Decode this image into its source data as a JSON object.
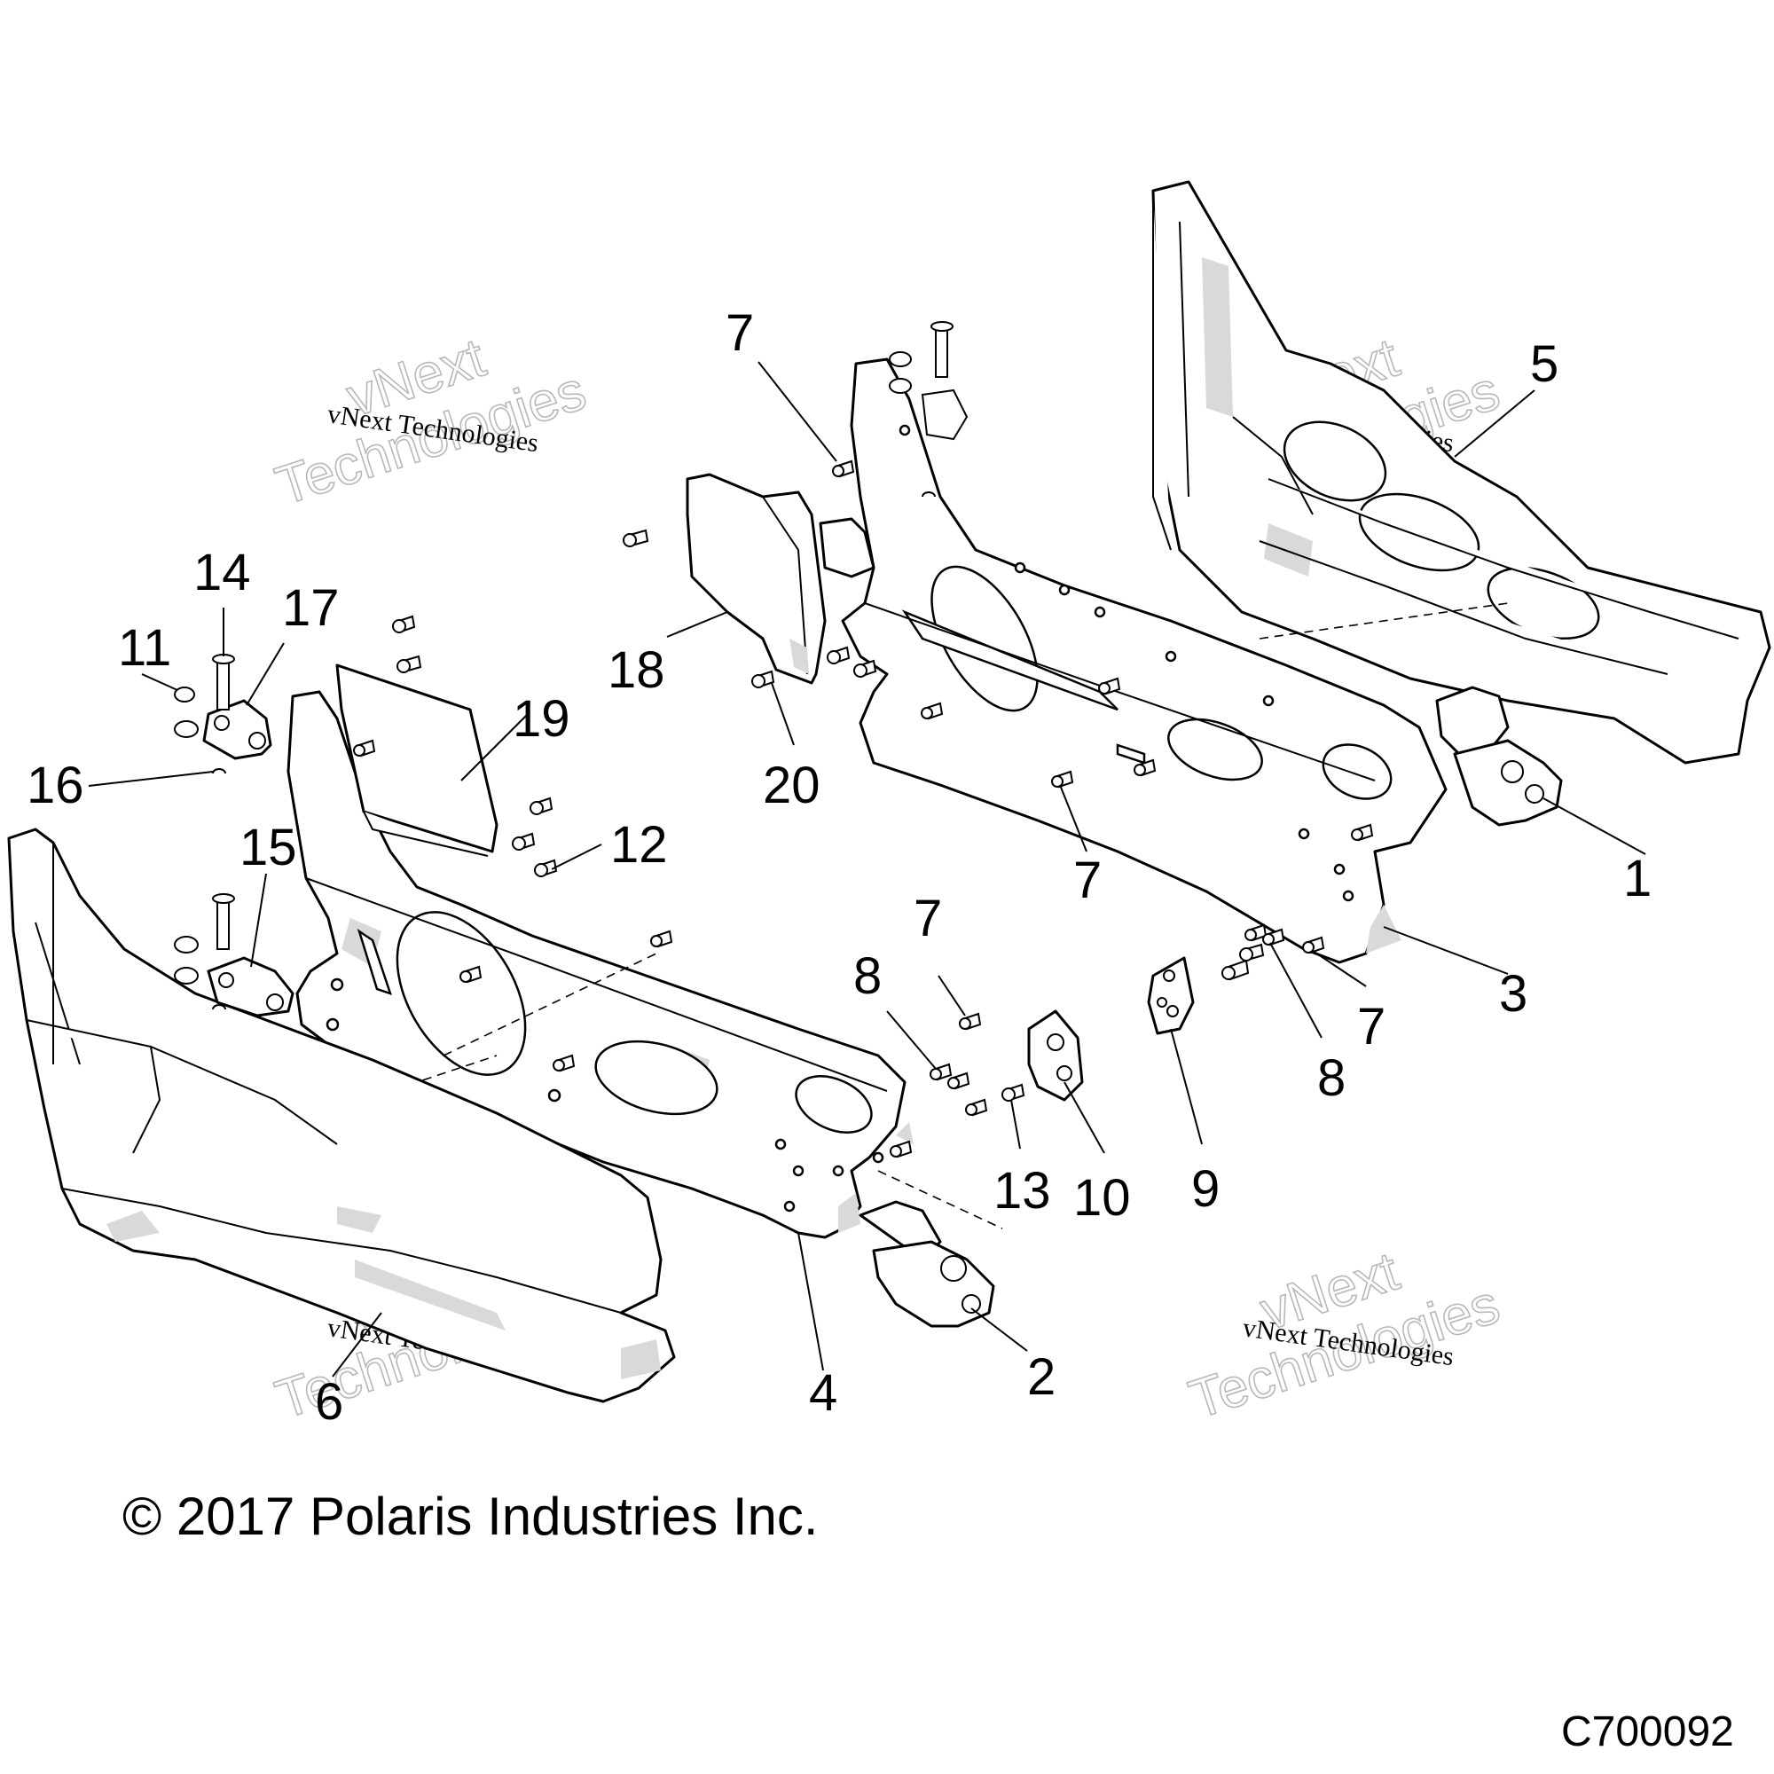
{
  "callouts": [
    {
      "number": "1"
    },
    {
      "number": "2"
    },
    {
      "number": "3"
    },
    {
      "number": "4"
    },
    {
      "number": "5"
    },
    {
      "number": "6"
    },
    {
      "number": "7"
    },
    {
      "number": "7"
    },
    {
      "number": "7"
    },
    {
      "number": "7"
    },
    {
      "number": "8"
    },
    {
      "number": "8"
    },
    {
      "number": "9"
    },
    {
      "number": "10"
    },
    {
      "number": "11"
    },
    {
      "number": "12"
    },
    {
      "number": "13"
    },
    {
      "number": "14"
    },
    {
      "number": "15"
    },
    {
      "number": "16"
    },
    {
      "number": "17"
    },
    {
      "number": "18"
    },
    {
      "number": "19"
    },
    {
      "number": "20"
    }
  ],
  "watermark": {
    "line1": "vNext",
    "line2": "Technologies",
    "small": "vNext Technologies"
  },
  "copyright": "© 2017 Polaris Industries Inc.",
  "drawing_code": "C700092"
}
